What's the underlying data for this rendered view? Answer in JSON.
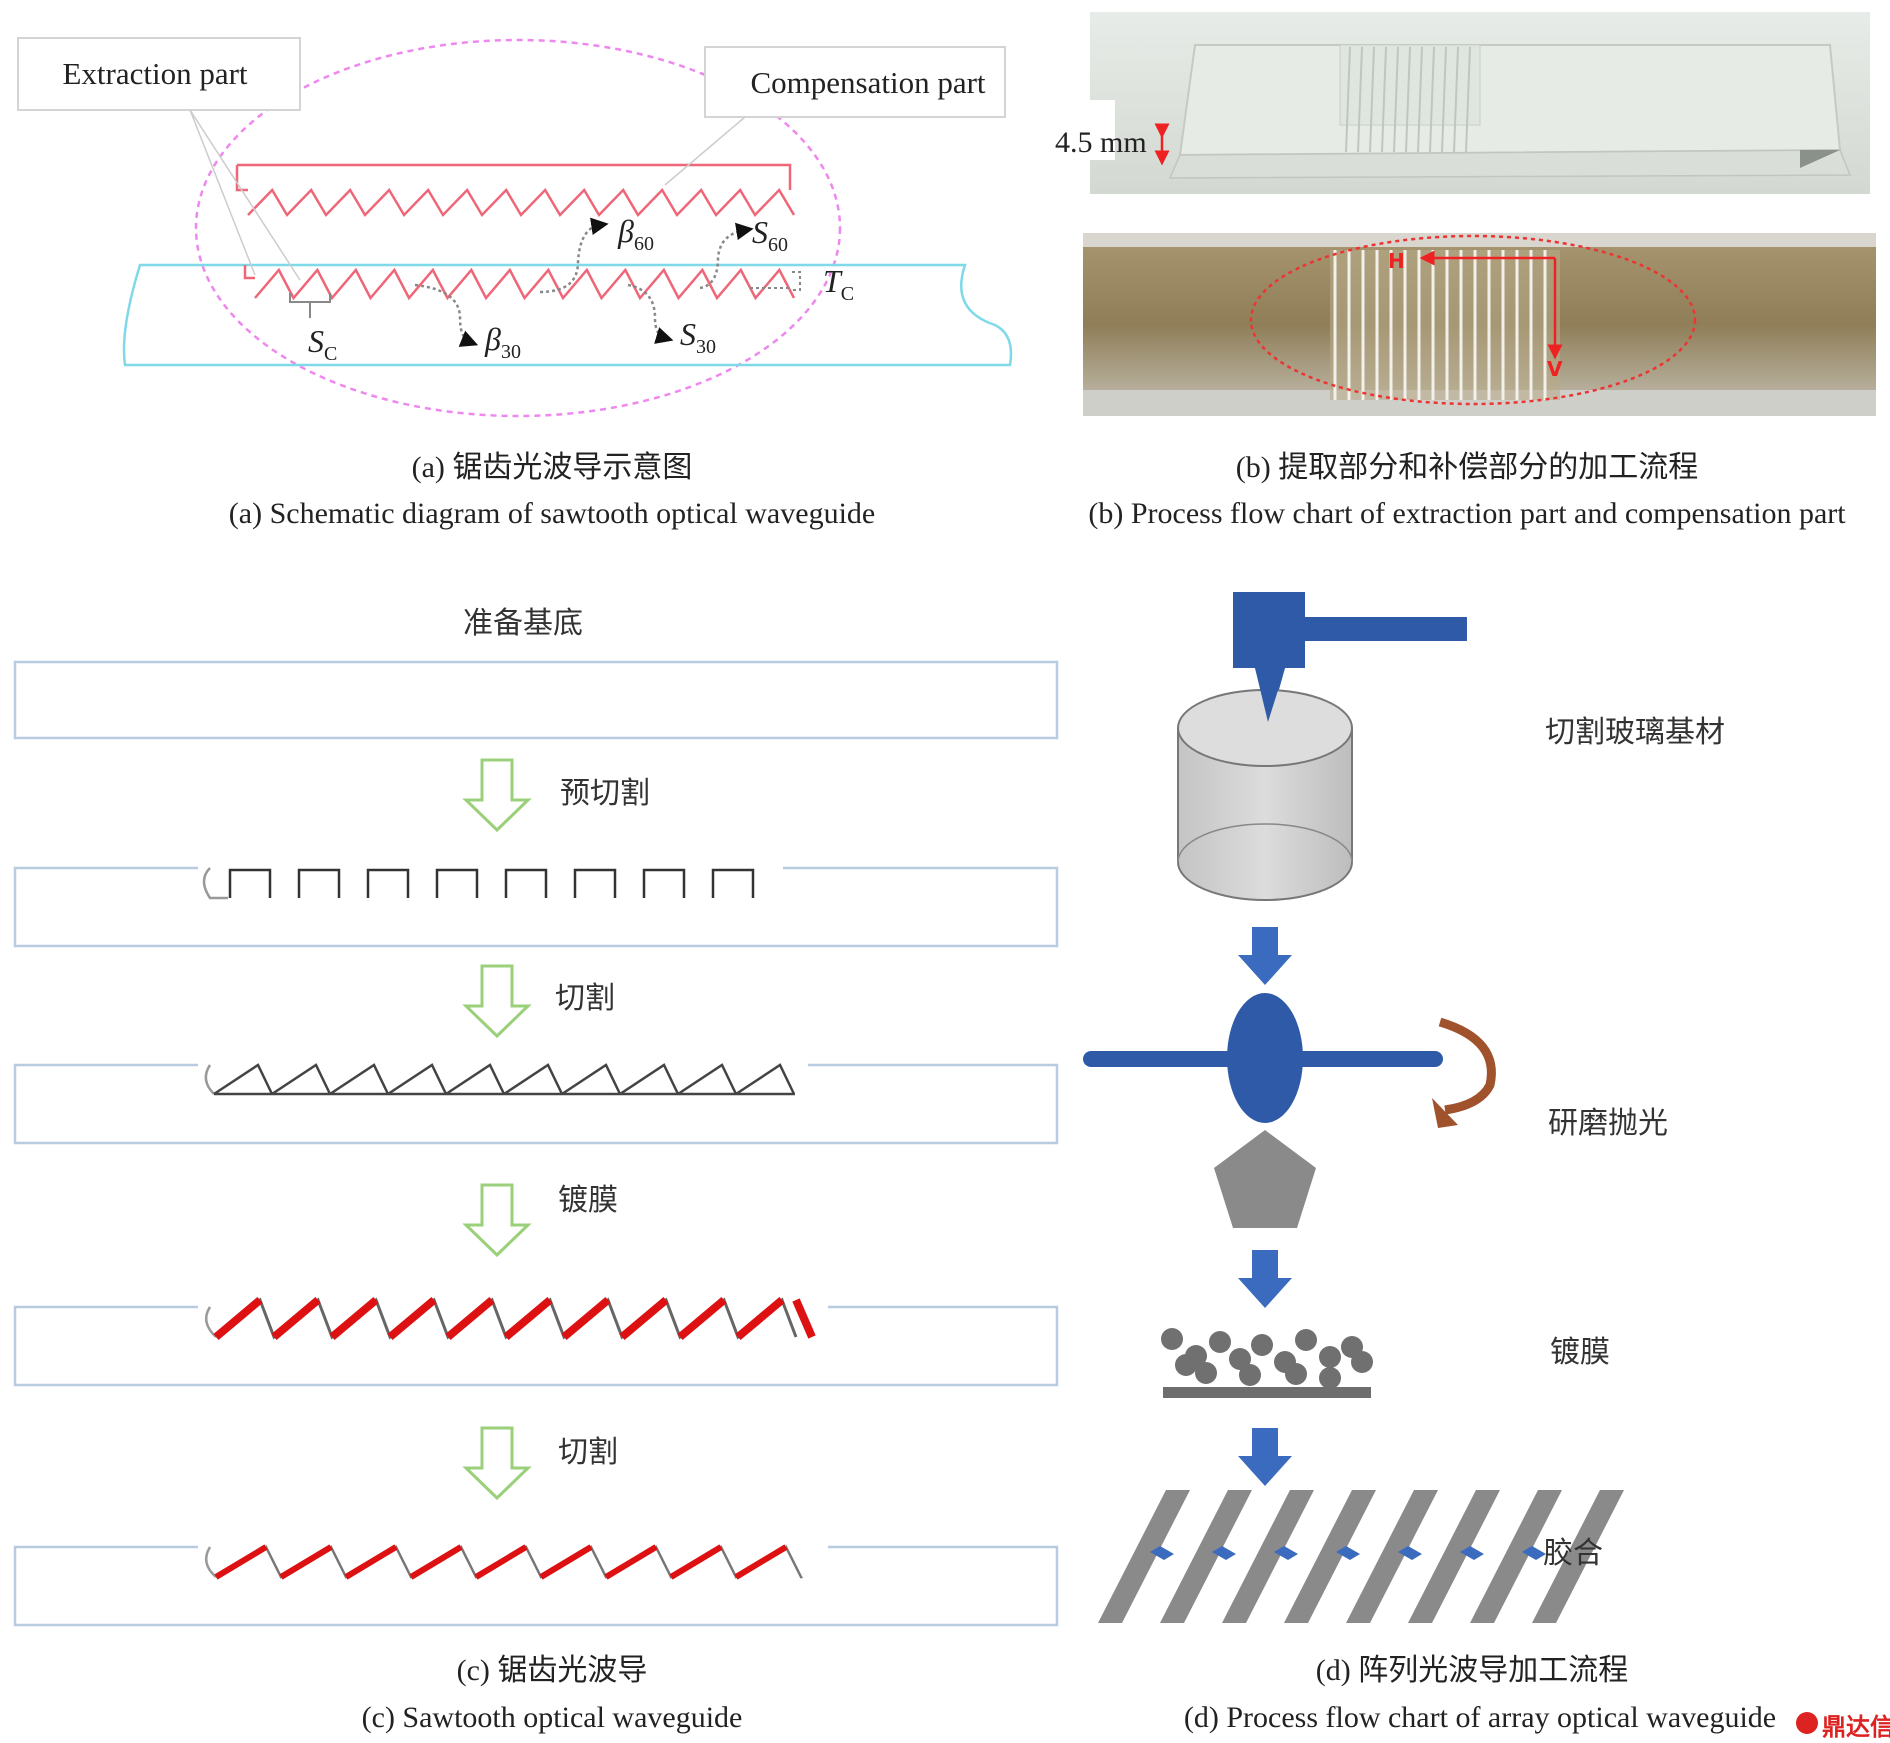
{
  "panel_a": {
    "box_extraction": "Extraction part",
    "box_compensation": "Compensation part",
    "sym_b60": "β",
    "sub_b60": "60",
    "sym_s60": "S",
    "sub_s60": "60",
    "sym_tc": "T",
    "sub_tc": "C",
    "sym_sc": "S",
    "sub_sc": "C",
    "sym_b30": "β",
    "sub_b30": "30",
    "sym_s30": "S",
    "sub_s30": "30",
    "caption_cn": "(a) 锯齿光波导示意图",
    "caption_en": "(a) Schematic diagram of sawtooth optical waveguide"
  },
  "panel_b": {
    "thickness_label": "4.5 mm",
    "axis_h": "H",
    "axis_v": "V",
    "caption_cn": "(b) 提取部分和补偿部分的加工流程",
    "caption_en": "(b) Process flow chart of extraction part and compensation part"
  },
  "panel_c": {
    "title": "准备基底",
    "step1": "预切割",
    "step2": "切割",
    "step3": "镀膜",
    "step4": "切割",
    "caption_cn": "(c) 锯齿光波导",
    "caption_en": "(c) Sawtooth optical waveguide"
  },
  "panel_d": {
    "step1": "切割玻璃基材",
    "step2": "研磨抛光",
    "step3": "镀膜",
    "step4": "胶合",
    "caption_cn": "(d) 阵列光波导加工流程",
    "caption_en": "(d) Process flow chart of array optical waveguide"
  },
  "watermark": "鼎达信",
  "colors": {
    "waveguide_outline": "#7fd9e8",
    "ellipse_dash": "#ee88ee",
    "saw_pink": "#ee6677",
    "coat_red": "#dd1111",
    "arrow_green": "#9bd07a",
    "machine_blue": "#2e5aa8",
    "rotate_brown": "#a0522d"
  }
}
